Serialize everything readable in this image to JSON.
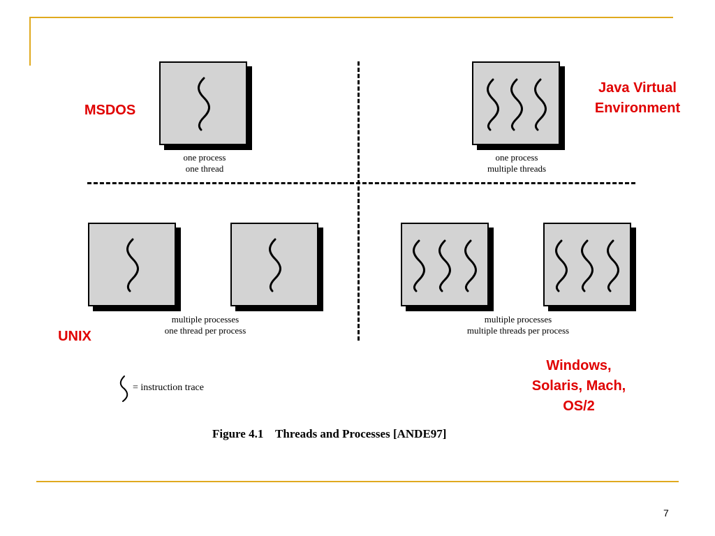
{
  "labels": {
    "msdos": "MSDOS",
    "java": "Java Virtual Environment",
    "unix": "UNIX",
    "windows": "Windows, Solaris, Mach, OS/2"
  },
  "quadrants": {
    "top_left": {
      "caption_line1": "one process",
      "caption_line2": "one thread"
    },
    "top_right": {
      "caption_line1": "one process",
      "caption_line2": "multiple threads"
    },
    "bottom_left": {
      "caption_line1": "multiple processes",
      "caption_line2": "one thread per process"
    },
    "bottom_right": {
      "caption_line1": "multiple processes",
      "caption_line2": "multiple threads per process"
    }
  },
  "legend": {
    "text": "= instruction trace",
    "icon": "wavy-line-icon"
  },
  "figure_caption": "Figure 4.1    Threads and Processes [ANDE97]",
  "page_number": "7",
  "colors": {
    "accent_line": "#E0A91E",
    "label_red": "#E00000",
    "box_fill": "#D3D3D3"
  }
}
